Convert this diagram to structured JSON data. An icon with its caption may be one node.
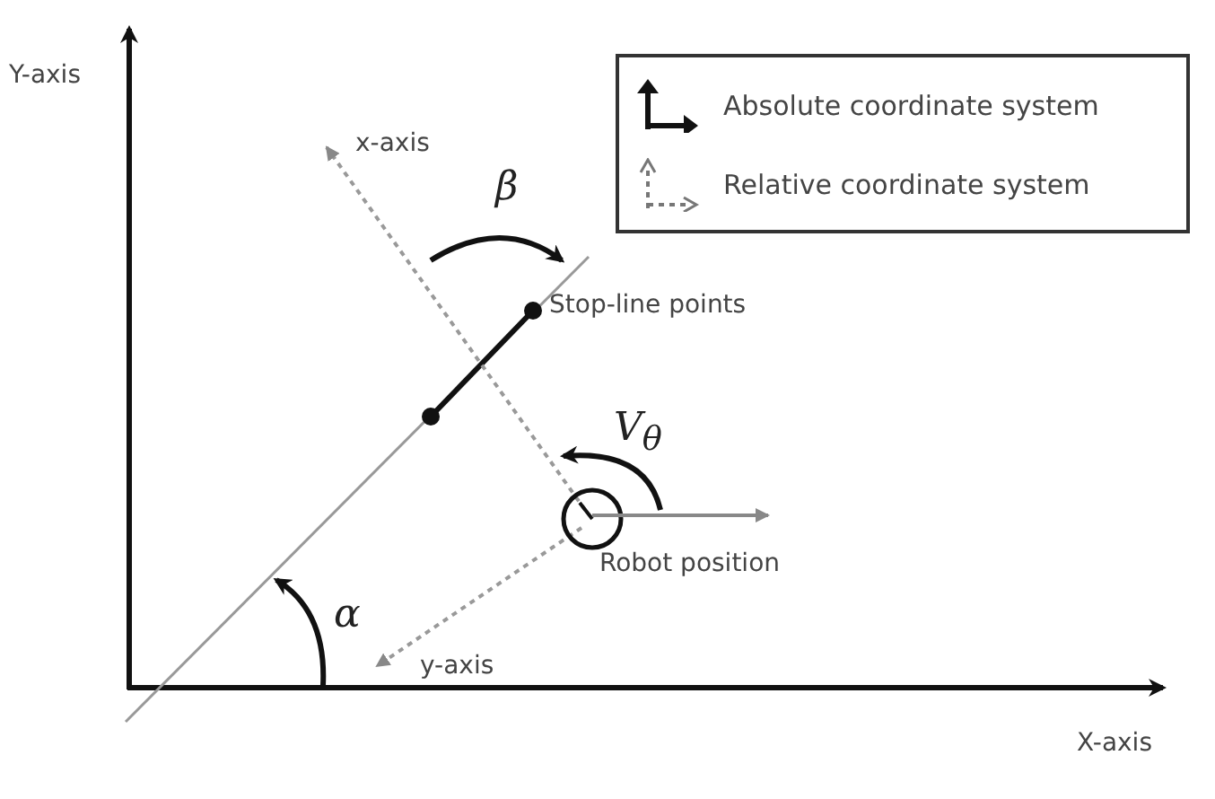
{
  "diagram": {
    "labels": [
      "Y-axis",
      "x-axis",
      "β",
      "Stop-line points",
      "V$_{θ}$",
      "Robot position",
      "α",
      "y-axis",
      "X-axis"
    ],
    "legend": [
      {
        "text": "Absolute coordinate system"
      },
      {
        "text": "Relative coordinate system"
      }
    ]
  }
}
